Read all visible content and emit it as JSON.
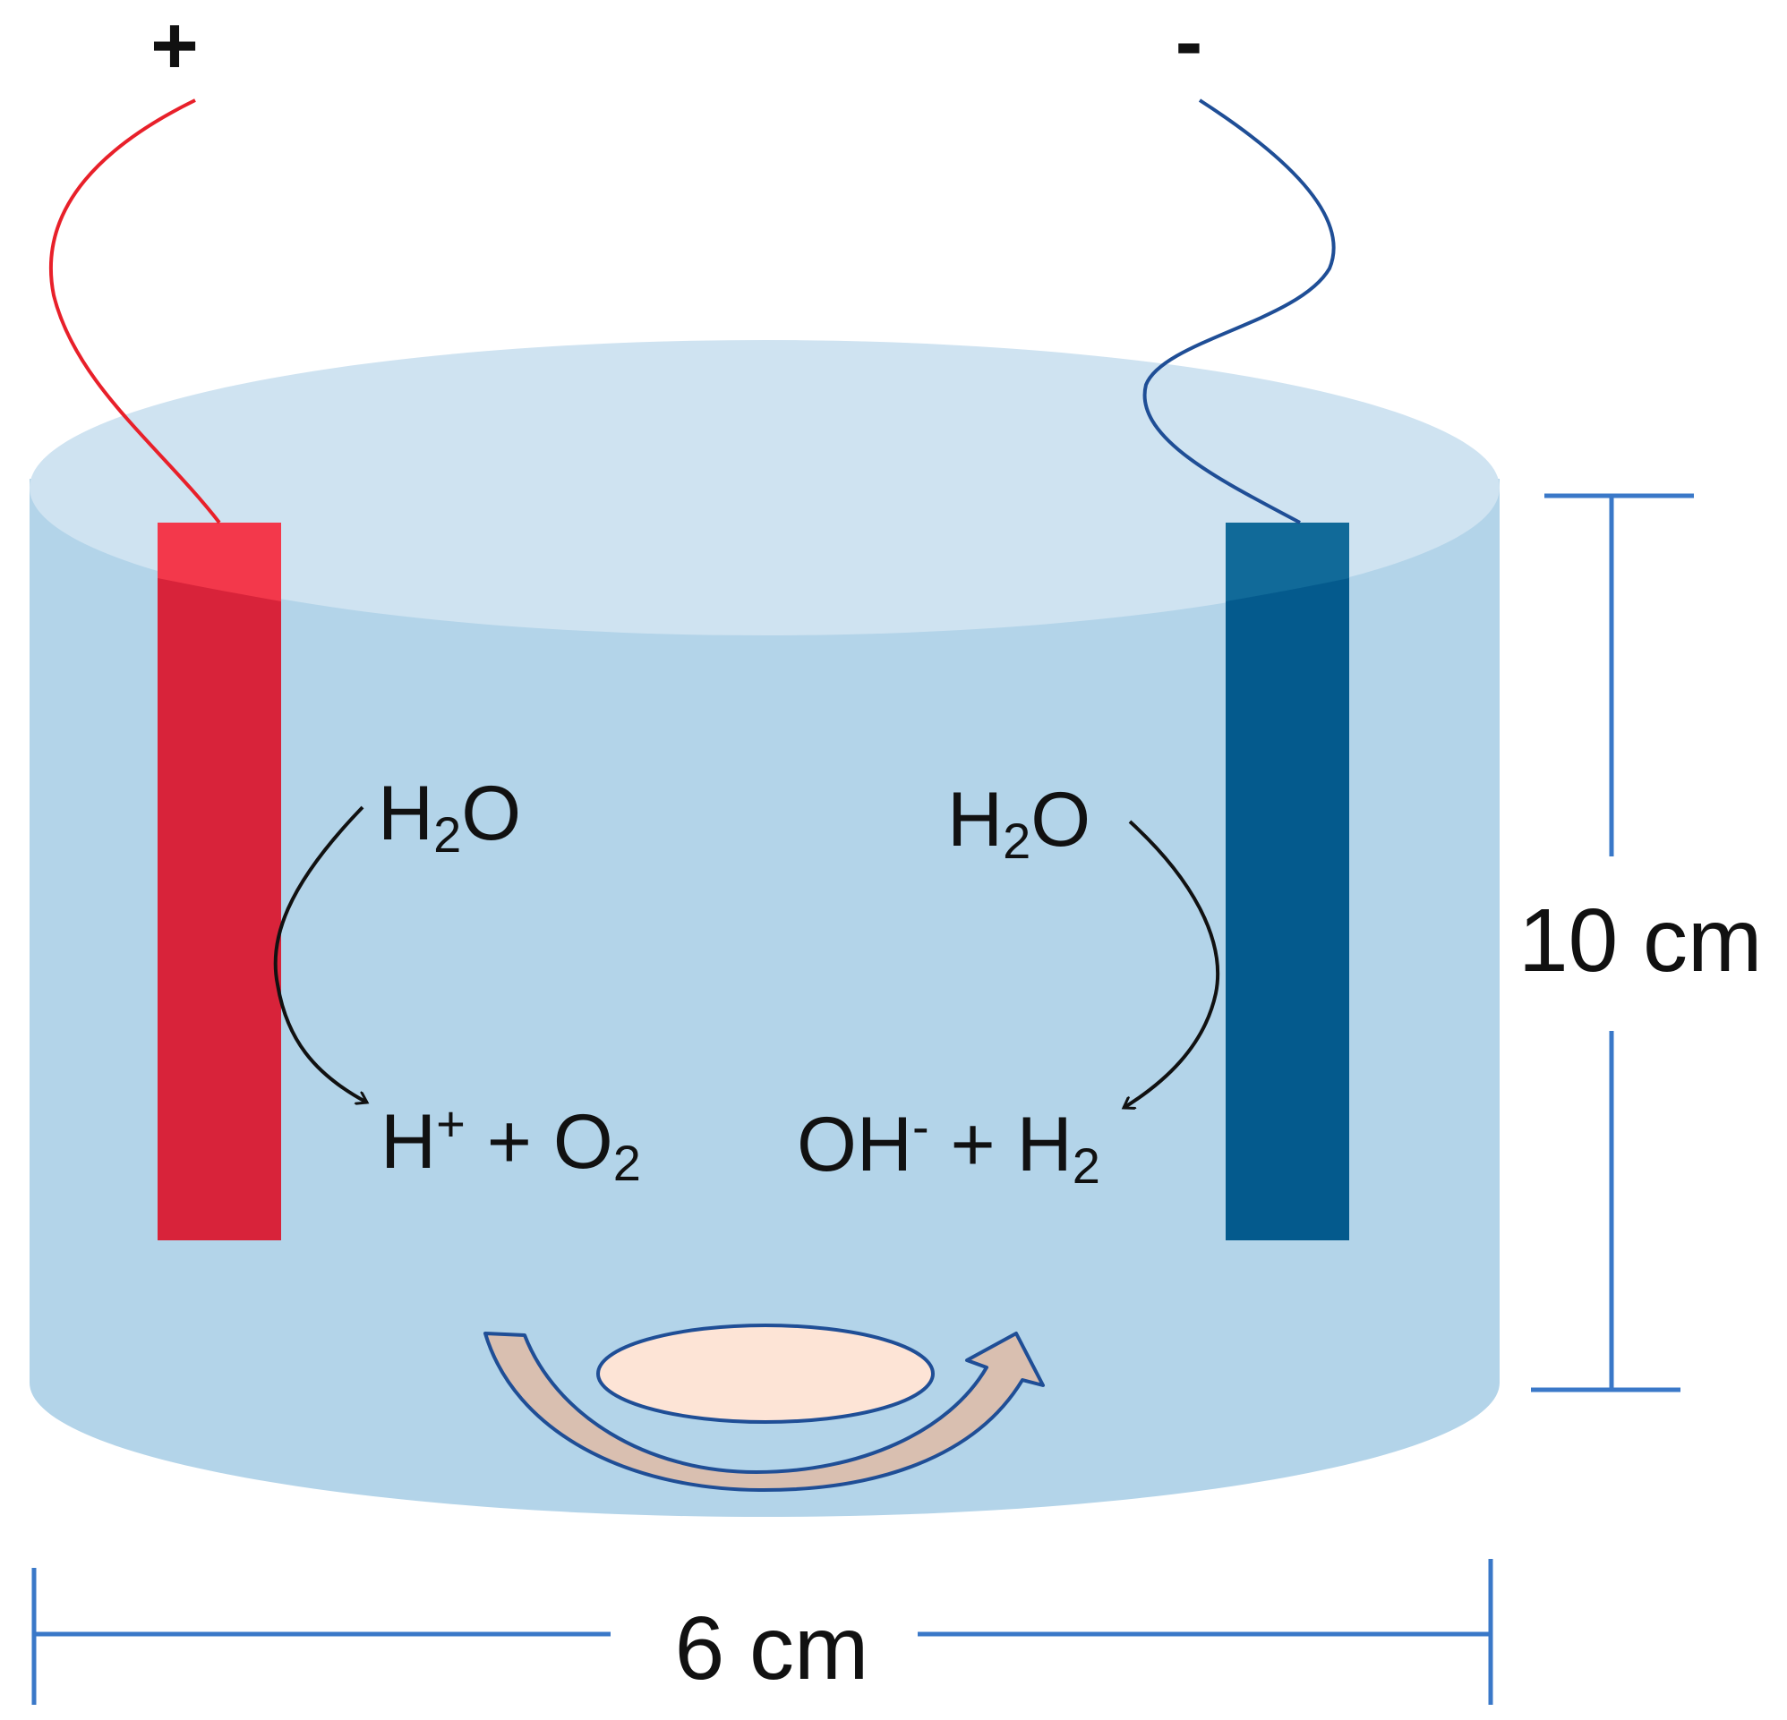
{
  "terminals": {
    "anode_sign": "+",
    "cathode_sign": "-"
  },
  "anode": {
    "reactant": {
      "base": "H",
      "sub": "2",
      "tail": "O"
    },
    "products": {
      "a": "H",
      "a_sup": "+",
      "plus": " + ",
      "b": "O",
      "b_sub": "2"
    }
  },
  "cathode": {
    "reactant": {
      "base": "H",
      "sub": "2",
      "tail": "O"
    },
    "products": {
      "a": "OH",
      "a_sup": "-",
      "plus": " + ",
      "b": "H",
      "b_sub": "2"
    }
  },
  "dimensions": {
    "height_label": "10 cm",
    "width_label": "6 cm"
  },
  "colors": {
    "anode_electrode": "#d8233a",
    "anode_wire": "#e8202a",
    "cathode_electrode": "#045a8d",
    "cathode_wire": "#1f4e96",
    "liquid_side": "#b3d4e9",
    "liquid_top": "#cfe3f1",
    "dimension_line": "#3a78c8",
    "stir_bar": "#fde4d6",
    "stir_arrow": "#d9bfb0"
  }
}
